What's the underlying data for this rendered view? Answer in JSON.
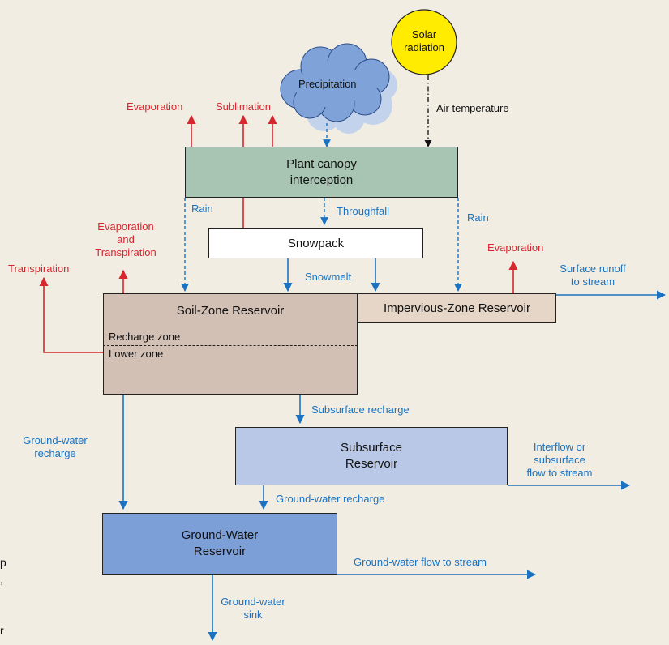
{
  "sun": {
    "label_line1": "Solar",
    "label_line2": "radiation",
    "fill": "#ffec00"
  },
  "cloud": {
    "label": "Precipitation",
    "fill": "#7fa3d9"
  },
  "boxes": {
    "canopy": {
      "line1": "Plant canopy",
      "line2": "interception",
      "fill": "#a7c5b2"
    },
    "snowpack": {
      "label": "Snowpack",
      "fill": "#ffffff"
    },
    "soil": {
      "label": "Soil-Zone Reservoir",
      "fill": "#d3c0b5",
      "recharge_zone": "Recharge zone",
      "lower_zone": "Lower zone"
    },
    "impervious": {
      "label": "Impervious-Zone Reservoir",
      "fill": "#e5d6c8"
    },
    "subsurface": {
      "line1": "Subsurface",
      "line2": "Reservoir",
      "fill": "#b9c8e6"
    },
    "groundwater": {
      "line1": "Ground-Water",
      "line2": "Reservoir",
      "fill": "#7d9fd8"
    }
  },
  "labels": {
    "air_temperature": "Air temperature",
    "evaporation_top": "Evaporation",
    "sublimation": "Sublimation",
    "rain_left": "Rain",
    "throughfall": "Throughfall",
    "rain_right": "Rain",
    "evap_trans_1": "Evaporation",
    "evap_trans_2": "and",
    "evap_trans_3": "Transpiration",
    "transpiration": "Transpiration",
    "snowmelt": "Snowmelt",
    "evaporation_right": "Evaporation",
    "surface_runoff_1": "Surface runoff",
    "surface_runoff_2": "to stream",
    "subsurface_recharge": "Subsurface recharge",
    "gw_recharge_left_1": "Ground-water",
    "gw_recharge_left_2": "recharge",
    "interflow_1": "Interflow or",
    "interflow_2": "subsurface",
    "interflow_3": "flow  to stream",
    "gw_recharge_mid": "Ground-water recharge",
    "gw_flow": "Ground-water flow to stream",
    "gw_sink_1": "Ground-water",
    "gw_sink_2": "sink"
  },
  "edge_text": {
    "line1": "p",
    "line2": ",",
    "line3": "r"
  },
  "colors": {
    "blue": "#1a73c2",
    "red": "#d8262e",
    "black": "#111111",
    "background": "#f1ede3"
  }
}
